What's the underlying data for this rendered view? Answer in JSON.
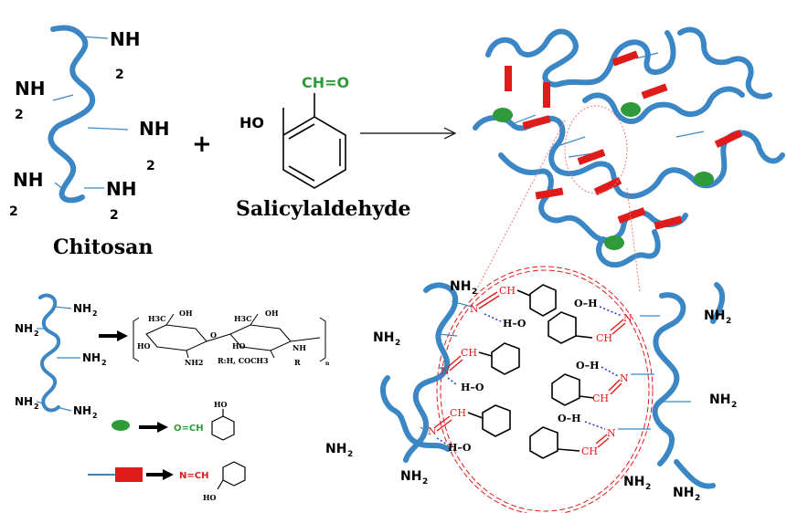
{
  "reaction": {
    "chitosan_label": "Chitosan",
    "salicylaldehyde_label": "Salicylaldehyde",
    "plus": "+",
    "nh2_top": [
      "NH",
      "2"
    ],
    "aldehyde_group": "CH=O",
    "hydroxyl": "HO"
  },
  "legend": {
    "nh2": "NH",
    "sub2": "2",
    "structure_text": {
      "h3c_1": "H3C",
      "oh_1": "OH",
      "h3c_2": "H3C",
      "oh_2": "OH",
      "ho_1": "HO",
      "ho_2": "HO",
      "nh2_ring": "NH2",
      "nh_ring": "NH",
      "r": "R",
      "o_link": "O",
      "n_sub": "n",
      "r_def": "R:H, COCH3"
    },
    "green_item": {
      "group": "O=CH",
      "ho": "HO"
    },
    "red_item": {
      "group": "N=CH",
      "ho": "HO"
    }
  },
  "zoom": {
    "nh2": "NH",
    "sub2": "2",
    "imine_n": "N",
    "imine_ch": "CH",
    "ho_h": "H",
    "ho_o": "O",
    "oh_label": "O–H",
    "ho_label": "H–O"
  },
  "colors": {
    "chain": "#3b86c4",
    "imine": "#e01b1b",
    "aldehyde": "#2f9a3a",
    "hbond": "#2b3fd6"
  }
}
